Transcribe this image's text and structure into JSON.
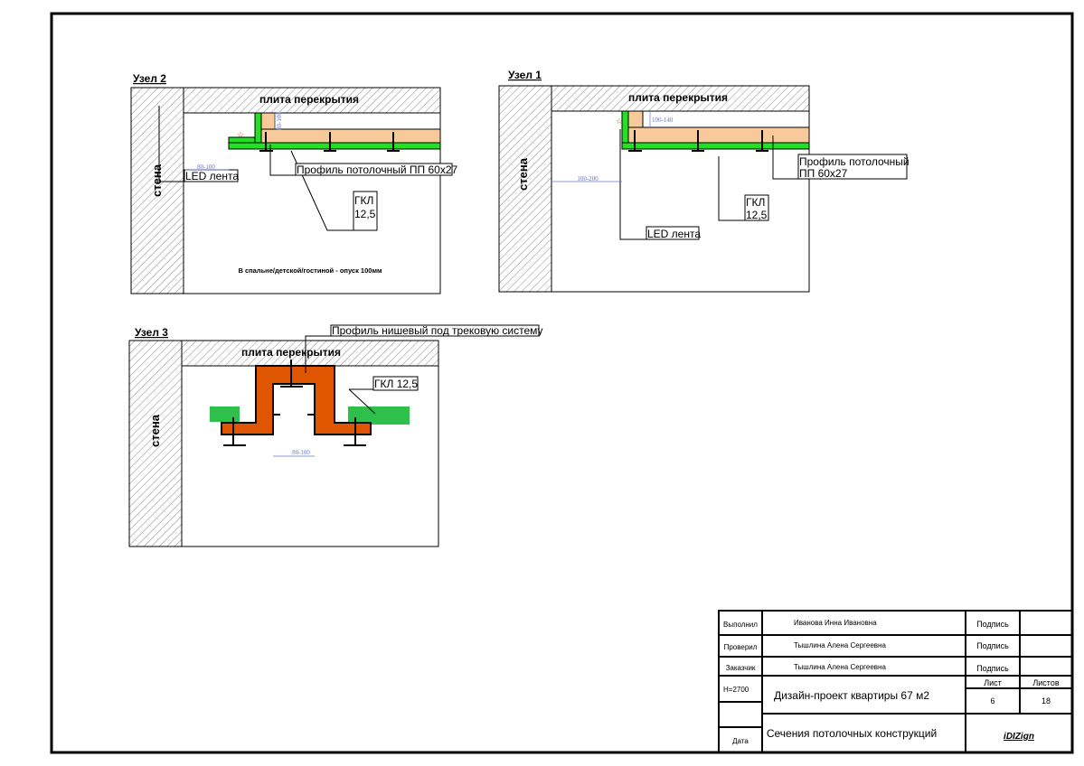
{
  "colors": {
    "gkl": "#22e022",
    "gkl_dark": "#2ec04a",
    "profile": "#f8c99a",
    "niche": "#e05500",
    "dim": "#6a78c8"
  },
  "node2": {
    "title": "Узел 2",
    "slab": "плита перекрытия",
    "wall": "стена",
    "led": "LED лента",
    "profile": "Профиль потолочный ПП 60х27",
    "gkl_1": "ГКЛ",
    "gkl_2": "12,5",
    "dim_h": "80-100",
    "dim_v": "80-100",
    "note": "В спальне/детской/гостиной - опуск 100мм"
  },
  "node1": {
    "title": "Узел 1",
    "slab": "плита перекрытия",
    "wall": "стена",
    "led": "LED лента",
    "profile_1": "Профиль потолочный",
    "profile_2": "ПП 60х27",
    "gkl_1": "ГКЛ",
    "gkl_2": "12,5",
    "dim_h": "100-200",
    "dim_v": "100-140"
  },
  "node3": {
    "title": "Узел 3",
    "slab": "плита перекрытия",
    "wall": "стена",
    "profile": "Профиль нишевый под трековую систему",
    "gkl": "ГКЛ 12,5",
    "dim_h": "80-100"
  },
  "titleblock": {
    "rows": [
      {
        "role": "Выполнил",
        "name": "Иванова Инна Ивановна",
        "sign": "Подпись"
      },
      {
        "role": "Проверил",
        "name": "Тышлина Алена Сергеевна",
        "sign": "Подпись"
      },
      {
        "role": "Заказчик",
        "name": "Тышлина Алена Сергеевна",
        "sign": "Подпись"
      }
    ],
    "height": "H=2700",
    "project": "Дизайн-проект квартиры  67 м2",
    "sheet_label": "Лист",
    "sheets_label": "Листов",
    "sheet": "6",
    "sheets": "18",
    "date_label": "Дата",
    "drawing": "Сечения потолочных конструкций",
    "brand": "iDIZign"
  }
}
